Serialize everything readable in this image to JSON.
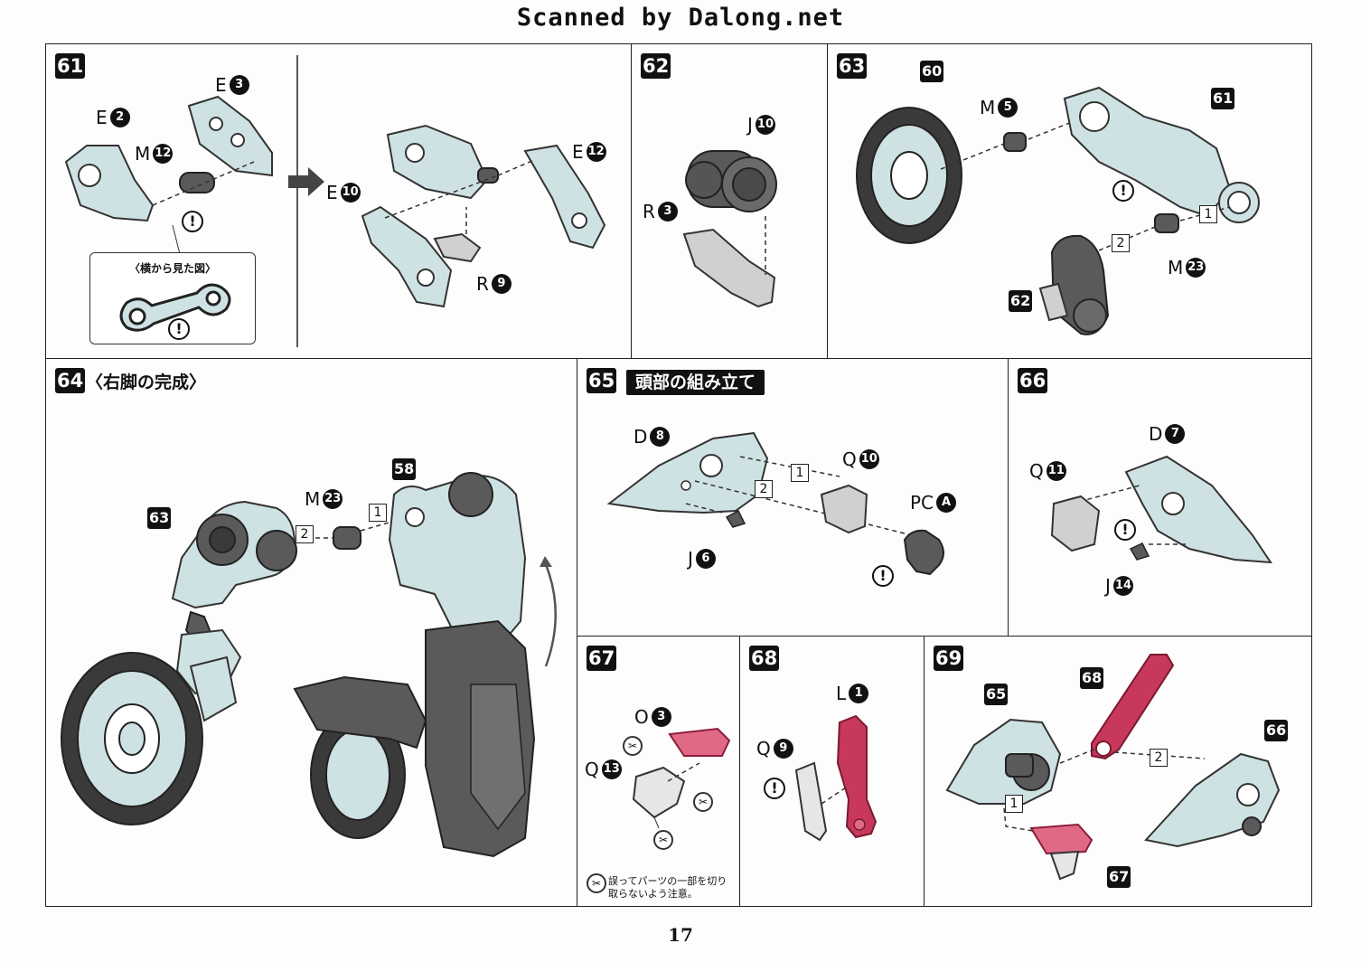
{
  "scan_header": "Scanned by Dalong.net",
  "page_number": "17",
  "steps": {
    "s61": {
      "num": "61",
      "side_view_label": "〈横から見た図〉",
      "parts": {
        "e2": {
          "l": "E",
          "n": "2"
        },
        "e3": {
          "l": "E",
          "n": "3"
        },
        "m12": {
          "l": "M",
          "n": "12"
        },
        "e10": {
          "l": "E",
          "n": "10"
        },
        "e12": {
          "l": "E",
          "n": "12"
        },
        "r9": {
          "l": "R",
          "n": "9"
        }
      }
    },
    "s62": {
      "num": "62",
      "parts": {
        "j10": {
          "l": "J",
          "n": "10"
        },
        "r3": {
          "l": "R",
          "n": "3"
        }
      }
    },
    "s63": {
      "num": "63",
      "refs": {
        "r60": "60",
        "r61": "61",
        "r62": "62"
      },
      "parts": {
        "m5": {
          "l": "M",
          "n": "5"
        },
        "m23": {
          "l": "M",
          "n": "23"
        }
      },
      "order": [
        "1",
        "2"
      ]
    },
    "s64": {
      "num": "64",
      "title": "〈右脚の完成〉",
      "refs": {
        "r63": "63",
        "r58": "58"
      },
      "parts": {
        "m23": {
          "l": "M",
          "n": "23"
        }
      },
      "order": [
        "1",
        "2"
      ]
    },
    "s65": {
      "num": "65",
      "title": "頭部の組み立て",
      "parts": {
        "d8": {
          "l": "D",
          "n": "8"
        },
        "q10": {
          "l": "Q",
          "n": "10"
        },
        "pca": {
          "l": "PC",
          "n": "A"
        },
        "j6": {
          "l": "J",
          "n": "6"
        }
      },
      "order": [
        "1",
        "2"
      ]
    },
    "s66": {
      "num": "66",
      "parts": {
        "d7": {
          "l": "D",
          "n": "7"
        },
        "q11": {
          "l": "Q",
          "n": "11"
        },
        "j14": {
          "l": "J",
          "n": "14"
        }
      }
    },
    "s67": {
      "num": "67",
      "parts": {
        "o3": {
          "l": "O",
          "n": "3"
        },
        "q13": {
          "l": "Q",
          "n": "13"
        }
      },
      "note": "誤ってパーツの一部を切り取らないよう注意。"
    },
    "s68": {
      "num": "68",
      "parts": {
        "l1": {
          "l": "L",
          "n": "1"
        },
        "q9": {
          "l": "Q",
          "n": "9"
        }
      }
    },
    "s69": {
      "num": "69",
      "refs": {
        "r65": "65",
        "r68": "68",
        "r66": "66",
        "r67": "67"
      },
      "order": [
        "1",
        "2"
      ]
    }
  },
  "warning_symbol": "!",
  "cut_symbol": "✂",
  "colors": {
    "part_fill": "#cfe2e3",
    "tire": "#3a3a3a",
    "dark_part": "#5a5a5a",
    "red_part": "#c8385a",
    "pink_part": "#e06a86"
  }
}
